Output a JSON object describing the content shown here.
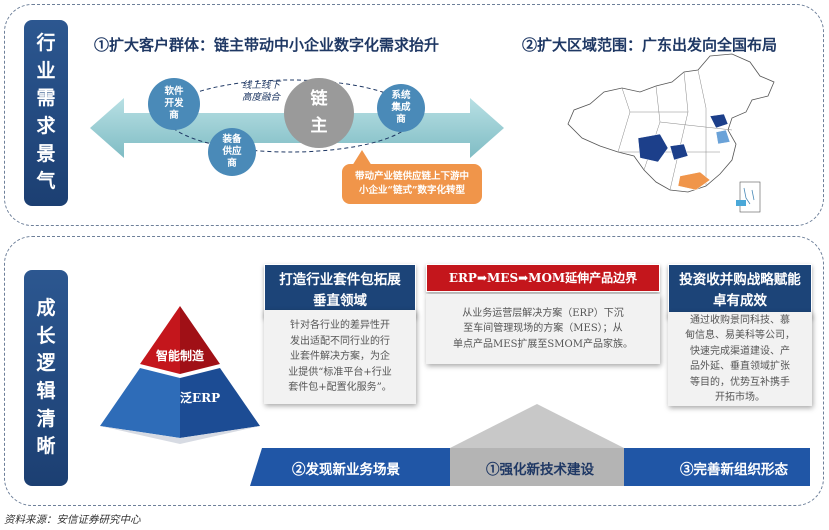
{
  "section_top": {
    "side_label": [
      "行",
      "业",
      "需",
      "求",
      "景",
      "气"
    ],
    "heading_left": "①扩大客户群体：链主带动中小企业数字化需求抬升",
    "heading_right": "②扩大区域范围：广东出发向全国布局",
    "circles": {
      "software": [
        "软件",
        "开发",
        "商"
      ],
      "equipment": [
        "装备",
        "供应",
        "商"
      ],
      "integrator": [
        "系统",
        "集成",
        "商"
      ],
      "chain_master": [
        "链",
        "主"
      ]
    },
    "note": [
      "线上线下",
      "高度融合"
    ],
    "orange_box": [
      "带动产业链供应链上下游中",
      "小企业“链式”数字化转型"
    ]
  },
  "section_bottom": {
    "side_label": [
      "成",
      "长",
      "逻",
      "辑",
      "清",
      "晰"
    ],
    "pyramid": {
      "top": "智能制造",
      "bottom": "泛ERP"
    },
    "card1": {
      "title": [
        "打造行业套件包拓展",
        "垂直领域"
      ],
      "body": [
        "针对各行业的差异性开",
        "发出适配不同行业的行",
        "业套件解决方案，为企",
        "业提供“标准平台+行业",
        "套件包+配置化服务”。"
      ]
    },
    "card2": {
      "title": "ERP➡MES➡MOM延伸产品边界",
      "body": [
        "从业务运营层解决方案（ERP）下沉",
        "至车间管理现场的方案（MES）；从",
        "单点产品MES扩展至SMOM产品家族。"
      ]
    },
    "card3": {
      "title": [
        "投资收并购战略赋能",
        "卓有成效"
      ],
      "body": [
        "通过收购景同科技、慕",
        "甸信息、易美科等公司，",
        "快速完成渠道建设、产",
        "品外延、垂直领域扩张",
        "等目的，优势互补携手",
        "开拓市场。"
      ]
    },
    "bars": {
      "left": "②发现新业务场景",
      "center": "①强化新技术建设",
      "right": "③完善新组织形态"
    }
  },
  "source": "资料来源：安信证券研究中心",
  "colors": {
    "navy": "#1f3864",
    "blue_bar": "#2056a6",
    "red": "#c4161c",
    "orange": "#f0954a",
    "teal_arrow": "#8fc8cf",
    "circle_blue": "#4a8ab8"
  }
}
